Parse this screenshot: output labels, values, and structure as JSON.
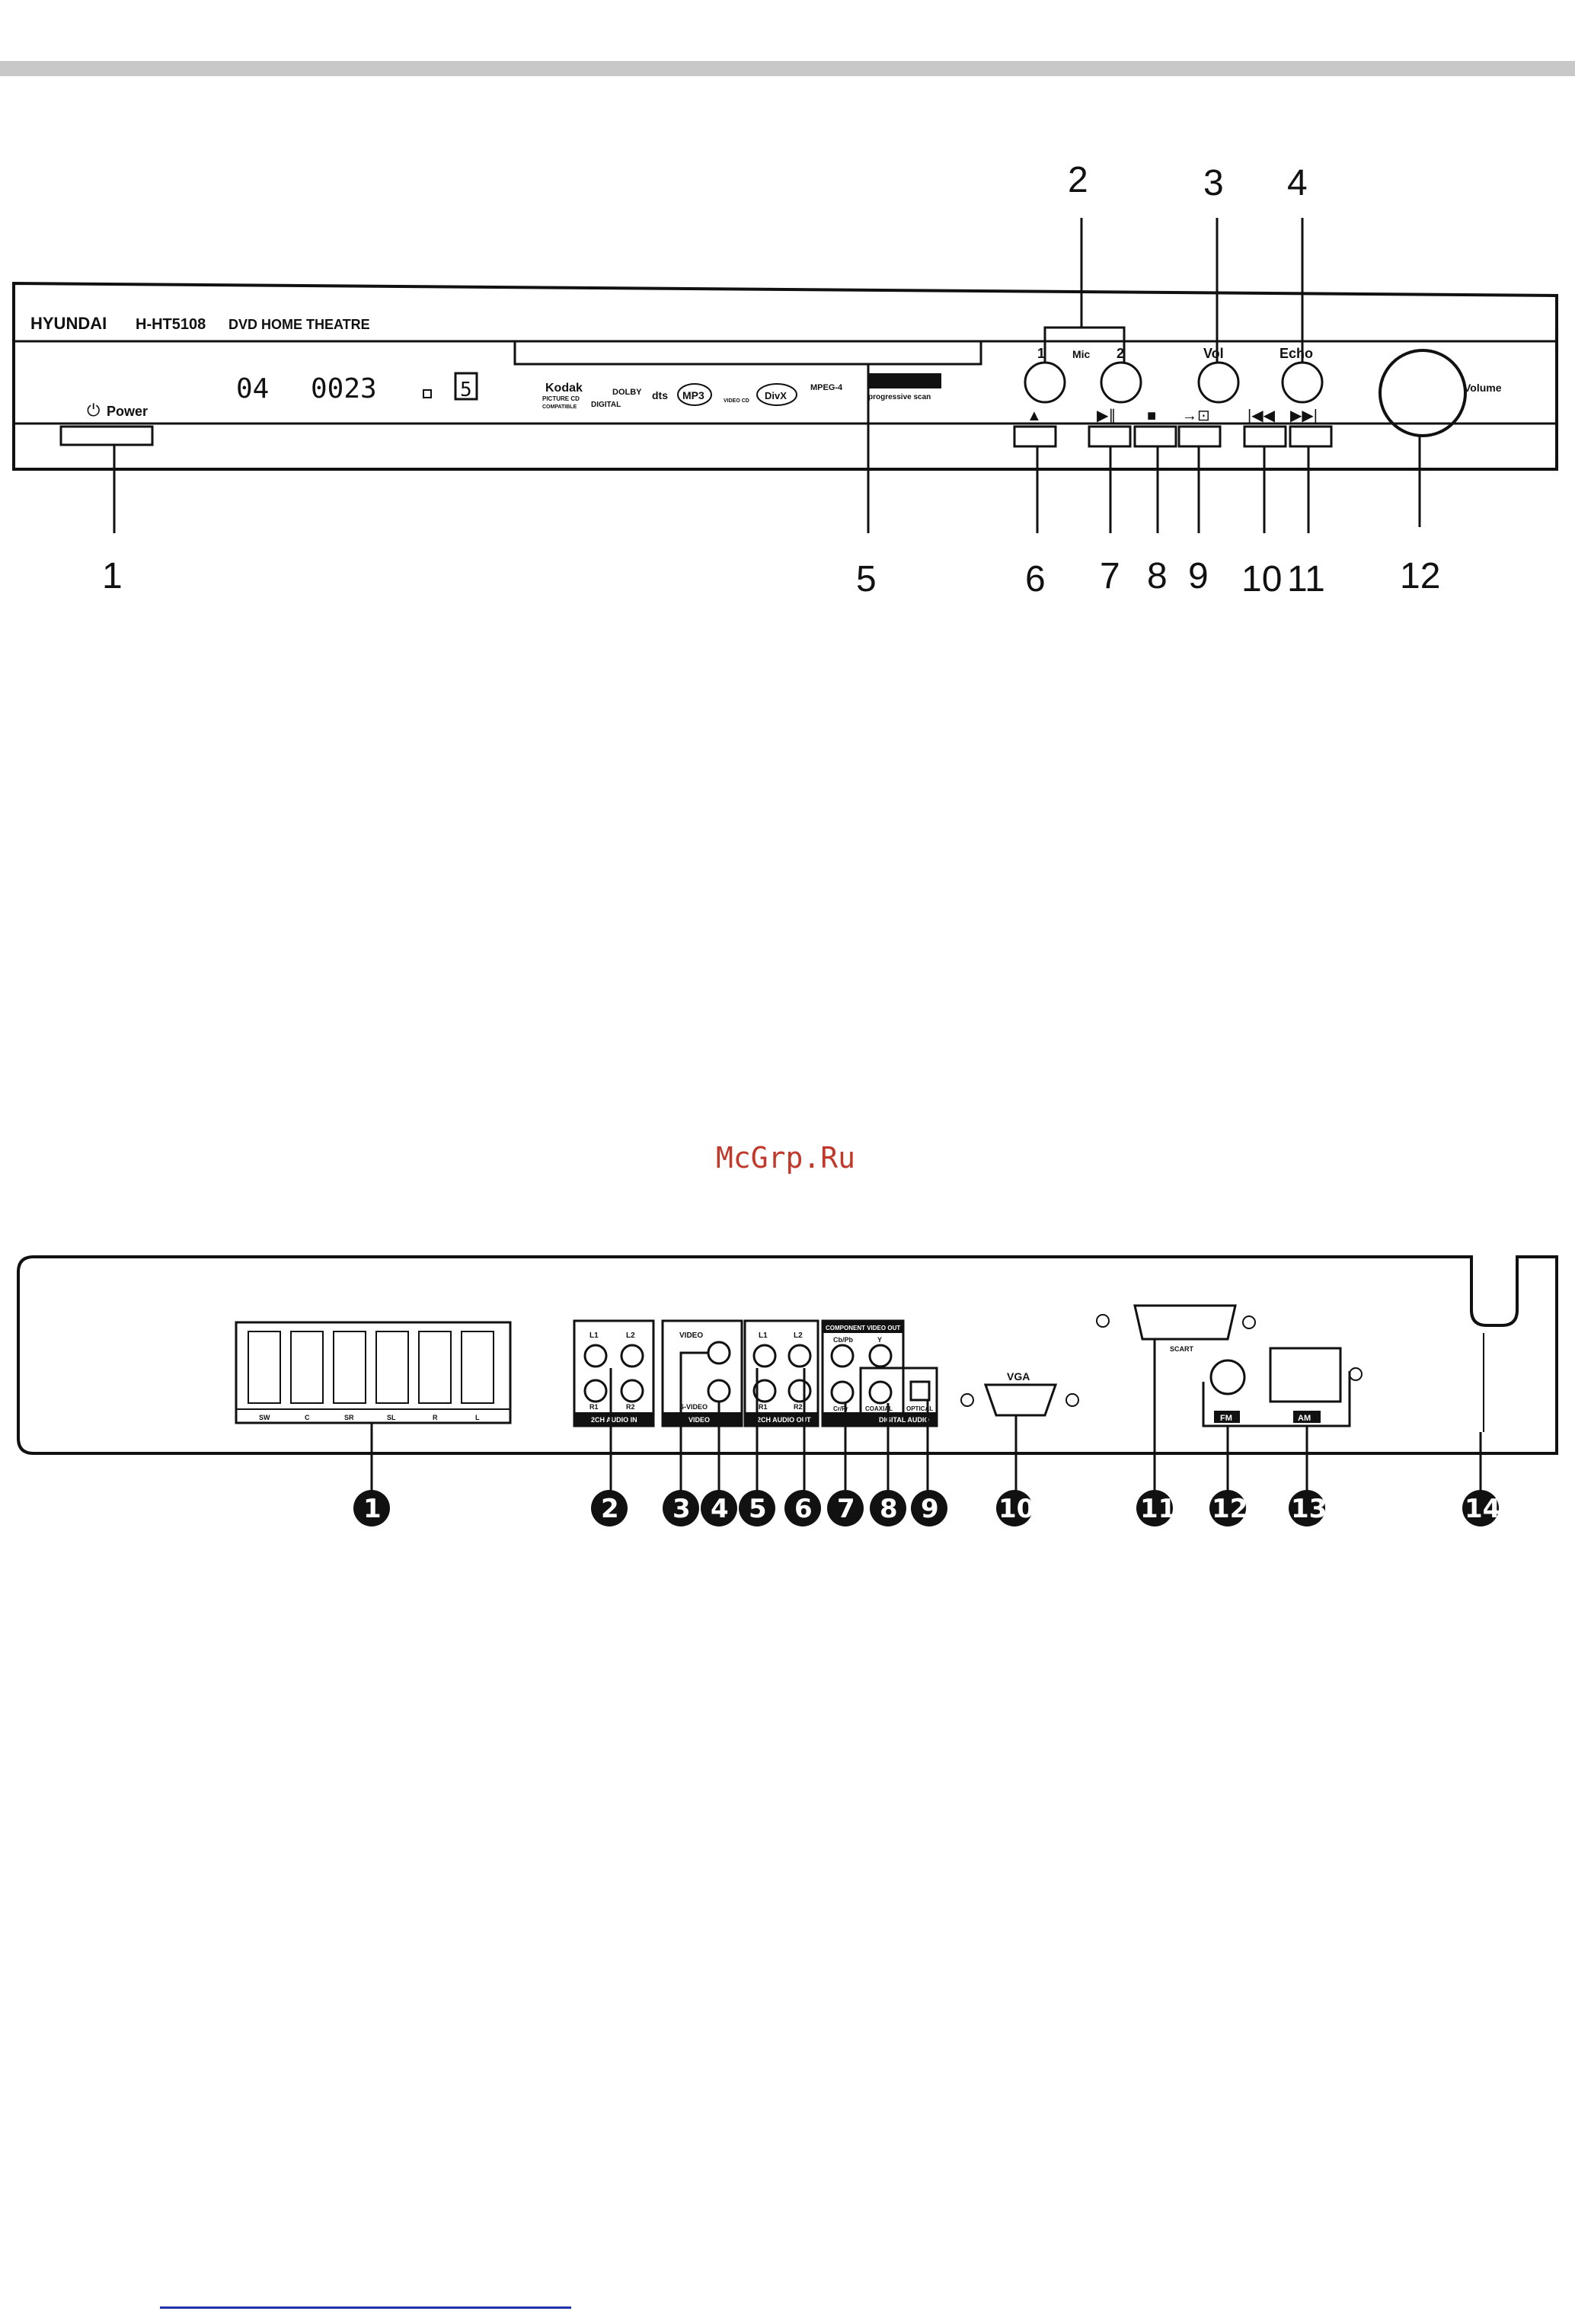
{
  "front_panel": {
    "brand": "HYUNDAI",
    "model": "H-HT5108",
    "product": "DVD HOME THEATRE",
    "power_label": "Power",
    "display_track": "04",
    "display_time": "0023",
    "display_digit": "5",
    "mic_label": "Mic",
    "mic1": "1",
    "mic2": "2",
    "vol_label": "Vol",
    "echo_label": "Echo",
    "volume_label": "Volume",
    "logos": [
      "Kodak",
      "PICTURE CD",
      "COMPATIBLE",
      "DOLBY",
      "DIGITAL",
      "dts",
      "MP3",
      "VIDEO CD",
      "DivX",
      "MPEG-4",
      "progressive scan"
    ],
    "callouts_top": [
      "2",
      "3",
      "4"
    ],
    "callouts_bottom": [
      "1",
      "5",
      "6",
      "7",
      "8",
      "9",
      "10",
      "11",
      "12"
    ]
  },
  "icons": [
    "power-icon",
    "eject-icon",
    "play-pause-icon",
    "stop-icon",
    "input-icon",
    "prev-icon",
    "next-icon"
  ],
  "watermark": "McGrp.Ru",
  "rear_panel": {
    "speaker_labels": [
      "SW",
      "C",
      "SR",
      "SL",
      "R",
      "L"
    ],
    "audio_in": {
      "l1": "L1",
      "l2": "L2",
      "r1": "R1",
      "r2": "R2",
      "label": "2CH AUDIO IN"
    },
    "video": {
      "video_top": "VIDEO",
      "s_video": "S-VIDEO",
      "label": "VIDEO"
    },
    "audio_out": {
      "l1": "L1",
      "l2": "L2",
      "r1": "R1",
      "r2": "R2",
      "label": "2CH AUDIO OUT"
    },
    "component": {
      "label": "COMPONENT VIDEO OUT",
      "cb": "Cb/Pb",
      "y": "Y",
      "cr": "Cr/Pr"
    },
    "digital": {
      "coaxial": "COAXIAL",
      "optical": "OPTICAL",
      "label": "DIGITAL AUDIO"
    },
    "vga": "VGA",
    "scart": "SCART",
    "fm": "FM",
    "am": "AM",
    "callouts": [
      "1",
      "2",
      "3",
      "4",
      "5",
      "6",
      "7",
      "8",
      "9",
      "10",
      "11",
      "12",
      "13",
      "14"
    ]
  }
}
